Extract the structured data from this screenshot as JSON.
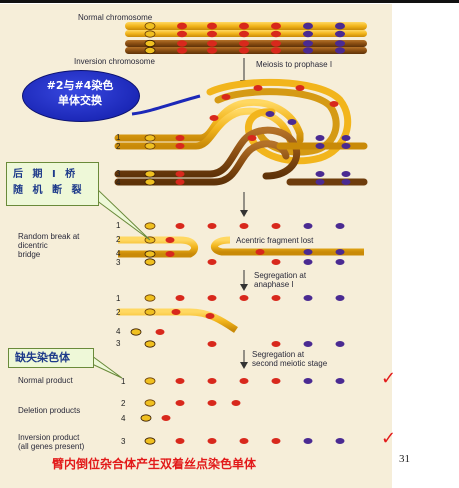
{
  "labels": {
    "normal_chromosome": "Normal chromosome",
    "inversion_chromosome": "Inversion chromosome",
    "meiosis_to_prophase": "Meiosis to prophase I",
    "random_break": "Random break at\ndicentric\nbridge",
    "acentric_fragment": "Acentric fragment lost",
    "segregation_anaphase": "Segregation at\nanaphase I",
    "segregation_second": "Segregation at\nsecond meiotic stage",
    "normal_product": "Normal product",
    "deletion_products": "Deletion products",
    "inversion_product": "Inversion product\n(all genes present)"
  },
  "bubble": {
    "line1": "#2与#4染色",
    "line2": "单体交换"
  },
  "callouts": {
    "anaphase_line1": "后 期 I 桥",
    "anaphase_line2": "随 机 断 裂",
    "deletion": "缺失染色体"
  },
  "strand_numbers": [
    "1",
    "2",
    "3",
    "4"
  ],
  "caption": "臂内倒位杂合体产生双着丝点染色单体",
  "page_number": "31",
  "check_icon": "checkmark-icon",
  "colors": {
    "background": "#ffffff",
    "figure_background": "#f6eed9",
    "chromosome_yellow": "#f2b51c",
    "chromosome_brown": "#8a4e12",
    "gene_red": "#d8281c",
    "gene_purple": "#4a2a92",
    "bubble_blue": "#1c28b8",
    "caption_red": "#e21a1a",
    "callout_fill": "#eef8d8",
    "callout_text": "#1d3a8a"
  }
}
